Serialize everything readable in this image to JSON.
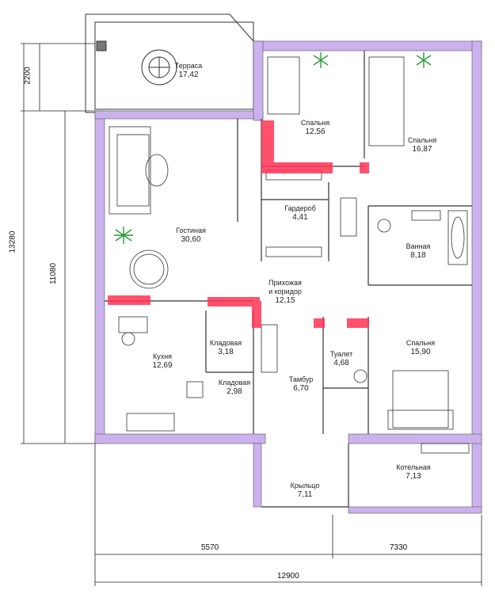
{
  "rooms": [
    {
      "name": "Терраса",
      "area": "17,42"
    },
    {
      "name": "Спальня",
      "area": "12,56"
    },
    {
      "name": "Спальня",
      "area": "16,87"
    },
    {
      "name": "Гостиная",
      "area": "30,60"
    },
    {
      "name": "Гардероб",
      "area": "4,41"
    },
    {
      "name": "Ванная",
      "area": "8,18"
    },
    {
      "name": "Прихожая\nи коридор",
      "area": "12,15"
    },
    {
      "name": "Кладовая",
      "area": "3,18"
    },
    {
      "name": "Кухня",
      "area": "12,69"
    },
    {
      "name": "Кладовая",
      "area": "2,98"
    },
    {
      "name": "Тамбур",
      "area": "6,70"
    },
    {
      "name": "Туалет",
      "area": "4,68"
    },
    {
      "name": "Спальня",
      "area": "15,90"
    },
    {
      "name": "Крыльцо",
      "area": "7,11"
    },
    {
      "name": "Котельная",
      "area": "7,13"
    }
  ],
  "dimensions": {
    "left_top": "2200",
    "left_main": "11080",
    "left_total": "13280",
    "bottom_left": "5570",
    "bottom_right": "7330",
    "bottom_total": "12900"
  },
  "colors": {
    "wall": "#cbb2ee",
    "highlight": "#ff3355",
    "line": "#333333"
  }
}
